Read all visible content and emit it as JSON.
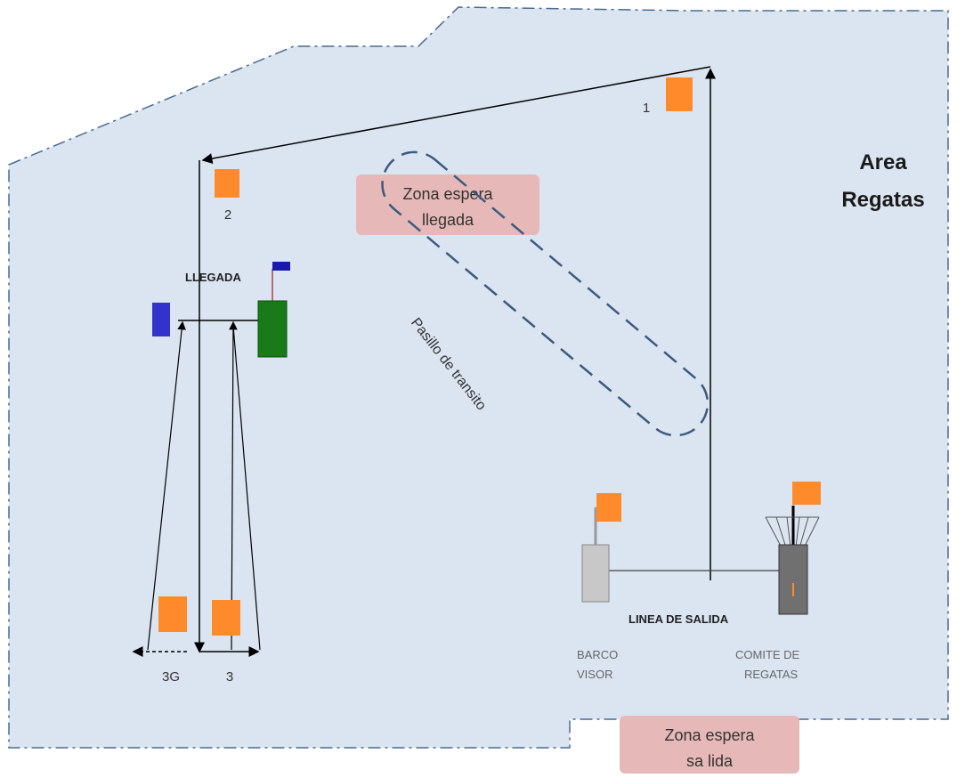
{
  "area_title": [
    "Area",
    "Regatas"
  ],
  "zones": {
    "arrival": [
      "Zona espera",
      "llegada"
    ],
    "start": [
      "Zona espera",
      "sa lida"
    ]
  },
  "corridor_label": "Pasillo de transito",
  "marks": {
    "mark_1": "1",
    "mark_2": "2",
    "mark_3": "3",
    "mark_3g": "3G"
  },
  "labels": {
    "finish": "LLEGADA",
    "start_line": "LINEA DE SALIDA",
    "viewer_boat": [
      "BARCO",
      "VISOR"
    ],
    "committee": [
      "COMITE DE",
      "REGATAS"
    ]
  },
  "colors": {
    "water": "#dbe5f1",
    "boundary": "#4a6a90",
    "orange_buoy": "#fe8a2b",
    "blue_flag": "#3333cc",
    "green_boat": "#1a7a1a",
    "zone_box": "#e6b9b8",
    "corridor": "#3b5a80"
  }
}
